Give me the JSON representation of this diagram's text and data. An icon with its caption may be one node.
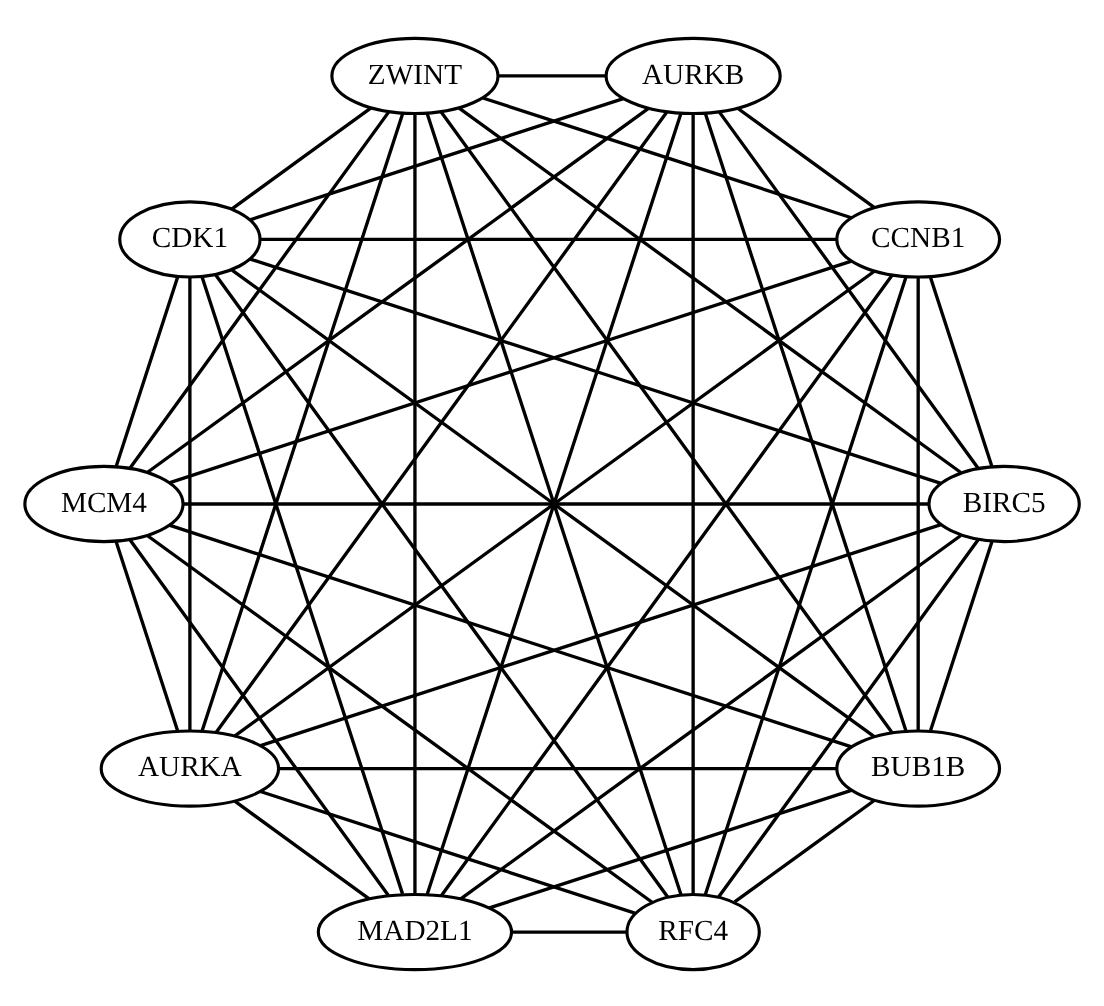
{
  "diagram": {
    "nodes": [
      {
        "text": [
          "BUB1B"
        ]
      },
      {
        "text": [
          "BIRC5"
        ]
      },
      {
        "text": [
          "MAD2L1"
        ]
      },
      {
        "text": [
          "AURKA"
        ]
      },
      {
        "text": [
          "MCM4"
        ]
      },
      {
        "text": [
          "CDK1"
        ]
      },
      {
        "text": [
          "ZWINT"
        ]
      },
      {
        "text": [
          "AURKB"
        ]
      },
      {
        "text": [
          "CCNB1"
        ]
      },
      {
        "text": [
          "RFC4"
        ]
      }
    ],
    "edges": [
      {
        "from": 0,
        "to": 1,
        "arrow": "none"
      },
      {
        "from": 0,
        "to": 2,
        "arrow": "none"
      },
      {
        "from": 0,
        "to": 3,
        "arrow": "none"
      },
      {
        "from": 0,
        "to": 4,
        "arrow": "none"
      },
      {
        "from": 0,
        "to": 5,
        "arrow": "none"
      },
      {
        "from": 0,
        "to": 6,
        "arrow": "none"
      },
      {
        "from": 0,
        "to": 7,
        "arrow": "none"
      },
      {
        "from": 0,
        "to": 8,
        "arrow": "none"
      },
      {
        "from": 0,
        "to": 9,
        "arrow": "none"
      },
      {
        "from": 1,
        "to": 2,
        "arrow": "none"
      },
      {
        "from": 1,
        "to": 3,
        "arrow": "none"
      },
      {
        "from": 1,
        "to": 4,
        "arrow": "none"
      },
      {
        "from": 1,
        "to": 5,
        "arrow": "none"
      },
      {
        "from": 1,
        "to": 6,
        "arrow": "none"
      },
      {
        "from": 1,
        "to": 7,
        "arrow": "none"
      },
      {
        "from": 1,
        "to": 8,
        "arrow": "none"
      },
      {
        "from": 1,
        "to": 9,
        "arrow": "none"
      },
      {
        "from": 2,
        "to": 3,
        "arrow": "none"
      },
      {
        "from": 2,
        "to": 4,
        "arrow": "none"
      },
      {
        "from": 2,
        "to": 5,
        "arrow": "none"
      },
      {
        "from": 2,
        "to": 6,
        "arrow": "none"
      },
      {
        "from": 2,
        "to": 7,
        "arrow": "none"
      },
      {
        "from": 2,
        "to": 8,
        "arrow": "none"
      },
      {
        "from": 2,
        "to": 9,
        "arrow": "none"
      },
      {
        "from": 3,
        "to": 4,
        "arrow": "none"
      },
      {
        "from": 3,
        "to": 5,
        "arrow": "none"
      },
      {
        "from": 3,
        "to": 6,
        "arrow": "none"
      },
      {
        "from": 3,
        "to": 7,
        "arrow": "none"
      },
      {
        "from": 3,
        "to": 8,
        "arrow": "none"
      },
      {
        "from": 3,
        "to": 9,
        "arrow": "none"
      },
      {
        "from": 4,
        "to": 5,
        "arrow": "none"
      },
      {
        "from": 4,
        "to": 6,
        "arrow": "none"
      },
      {
        "from": 4,
        "to": 7,
        "arrow": "none"
      },
      {
        "from": 4,
        "to": 8,
        "arrow": "none"
      },
      {
        "from": 4,
        "to": 9,
        "arrow": "none"
      },
      {
        "from": 5,
        "to": 6,
        "arrow": "none"
      },
      {
        "from": 5,
        "to": 7,
        "arrow": "none"
      },
      {
        "from": 5,
        "to": 8,
        "arrow": "none"
      },
      {
        "from": 5,
        "to": 9,
        "arrow": "none"
      },
      {
        "from": 6,
        "to": 7,
        "arrow": "none"
      },
      {
        "from": 6,
        "to": 8,
        "arrow": "none"
      },
      {
        "from": 6,
        "to": 9,
        "arrow": "none"
      },
      {
        "from": 7,
        "to": 8,
        "arrow": "none"
      },
      {
        "from": 7,
        "to": 9,
        "arrow": "none"
      },
      {
        "from": 8,
        "to": 9,
        "arrow": "none"
      }
    ]
  }
}
